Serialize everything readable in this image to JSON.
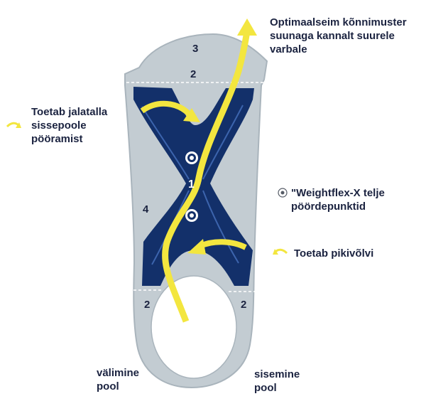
{
  "labels": {
    "optimal": [
      "Optimaalseim kõnnimuster",
      "suunaga kannalt suurele",
      "varbale"
    ],
    "supports_inward": [
      "Toetab jalatalla",
      "sissepoole",
      "pööramist"
    ],
    "pivot_points": [
      "\"Weightflex-X telje",
      "pöördepunktid"
    ],
    "supports_arch": "Toetab pikivõlvi",
    "outer_side": [
      "välimine",
      "pool"
    ],
    "inner_side": [
      "sisemine",
      "pool"
    ]
  },
  "zones": {
    "z1": "1",
    "z2_top": "2",
    "z2_left": "2",
    "z2_right": "2",
    "z3": "3",
    "z4": "4"
  },
  "colors": {
    "insole": "#c3ccd2",
    "insole_edge": "#a9b4bc",
    "x_frame": "#13306a",
    "x_inner": "#1d4790",
    "arrow": "#f3e63f",
    "text": "#1b2340"
  },
  "icons": {
    "legend_arrow": "curved-arrow-icon",
    "legend_pivot": "pivot-point-icon"
  }
}
